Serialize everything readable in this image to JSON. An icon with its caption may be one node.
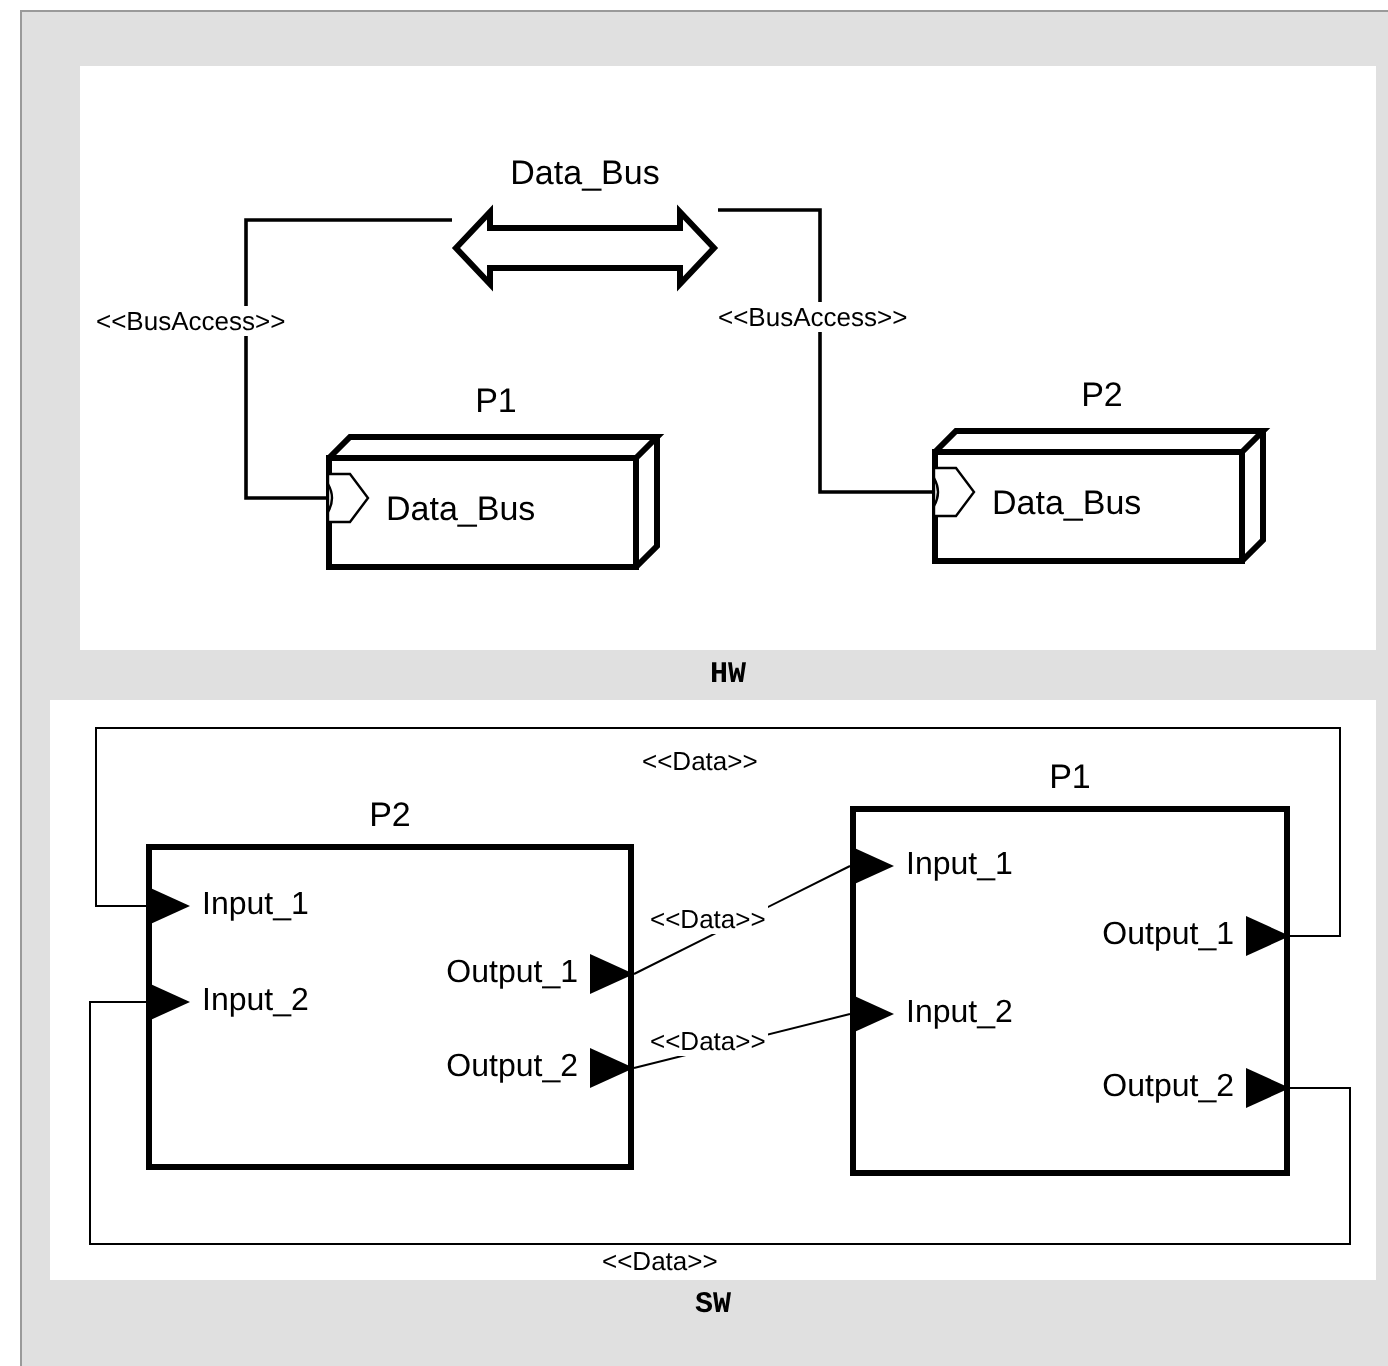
{
  "diagram": {
    "nodes": [
      {
        "text": [
          "HW"
        ]
      },
      {
        "text": [
          "Data_Bus"
        ],
        "in": 0
      },
      {
        "text": [
          "P1",
          "Data_Bus"
        ],
        "in": 0
      },
      {
        "text": [],
        "shape": "chevron",
        "in": 2
      },
      {
        "text": [
          "P2",
          "Data_Bus"
        ],
        "in": 0
      },
      {
        "text": [],
        "shape": "chevron",
        "in": 4
      },
      {
        "text": [
          "SW"
        ]
      },
      {
        "text": [
          "P2"
        ],
        "in": 6
      },
      {
        "text": [
          "Input_1"
        ],
        "in": 7
      },
      {
        "text": [
          "Input_2"
        ],
        "in": 7
      },
      {
        "text": [
          "Output_1"
        ],
        "in": 7
      },
      {
        "text": [
          "Output_2"
        ],
        "in": 7
      },
      {
        "text": [
          "P1"
        ],
        "in": 6
      },
      {
        "text": [
          "Input_1"
        ],
        "in": 12
      },
      {
        "text": [
          "Input_2"
        ],
        "in": 12
      },
      {
        "text": [
          "Output_1"
        ],
        "in": 12
      },
      {
        "text": [
          "Output_2"
        ],
        "in": 12
      }
    ],
    "edges": [
      {
        "from": 1,
        "to": 3,
        "arrow": "none",
        "label": "<<BusAccess>>"
      },
      {
        "from": 1,
        "to": 5,
        "arrow": "none",
        "label": "<<BusAccess>>"
      },
      {
        "from": 15,
        "to": 8,
        "arrow": "none",
        "label": "<<Data>>"
      },
      {
        "from": 10,
        "to": 13,
        "arrow": "none",
        "label": "<<Data>>"
      },
      {
        "from": 11,
        "to": 14,
        "arrow": "none",
        "label": "<<Data>>"
      },
      {
        "from": 16,
        "to": 9,
        "arrow": "none",
        "label": "<<Data>>"
      }
    ]
  }
}
